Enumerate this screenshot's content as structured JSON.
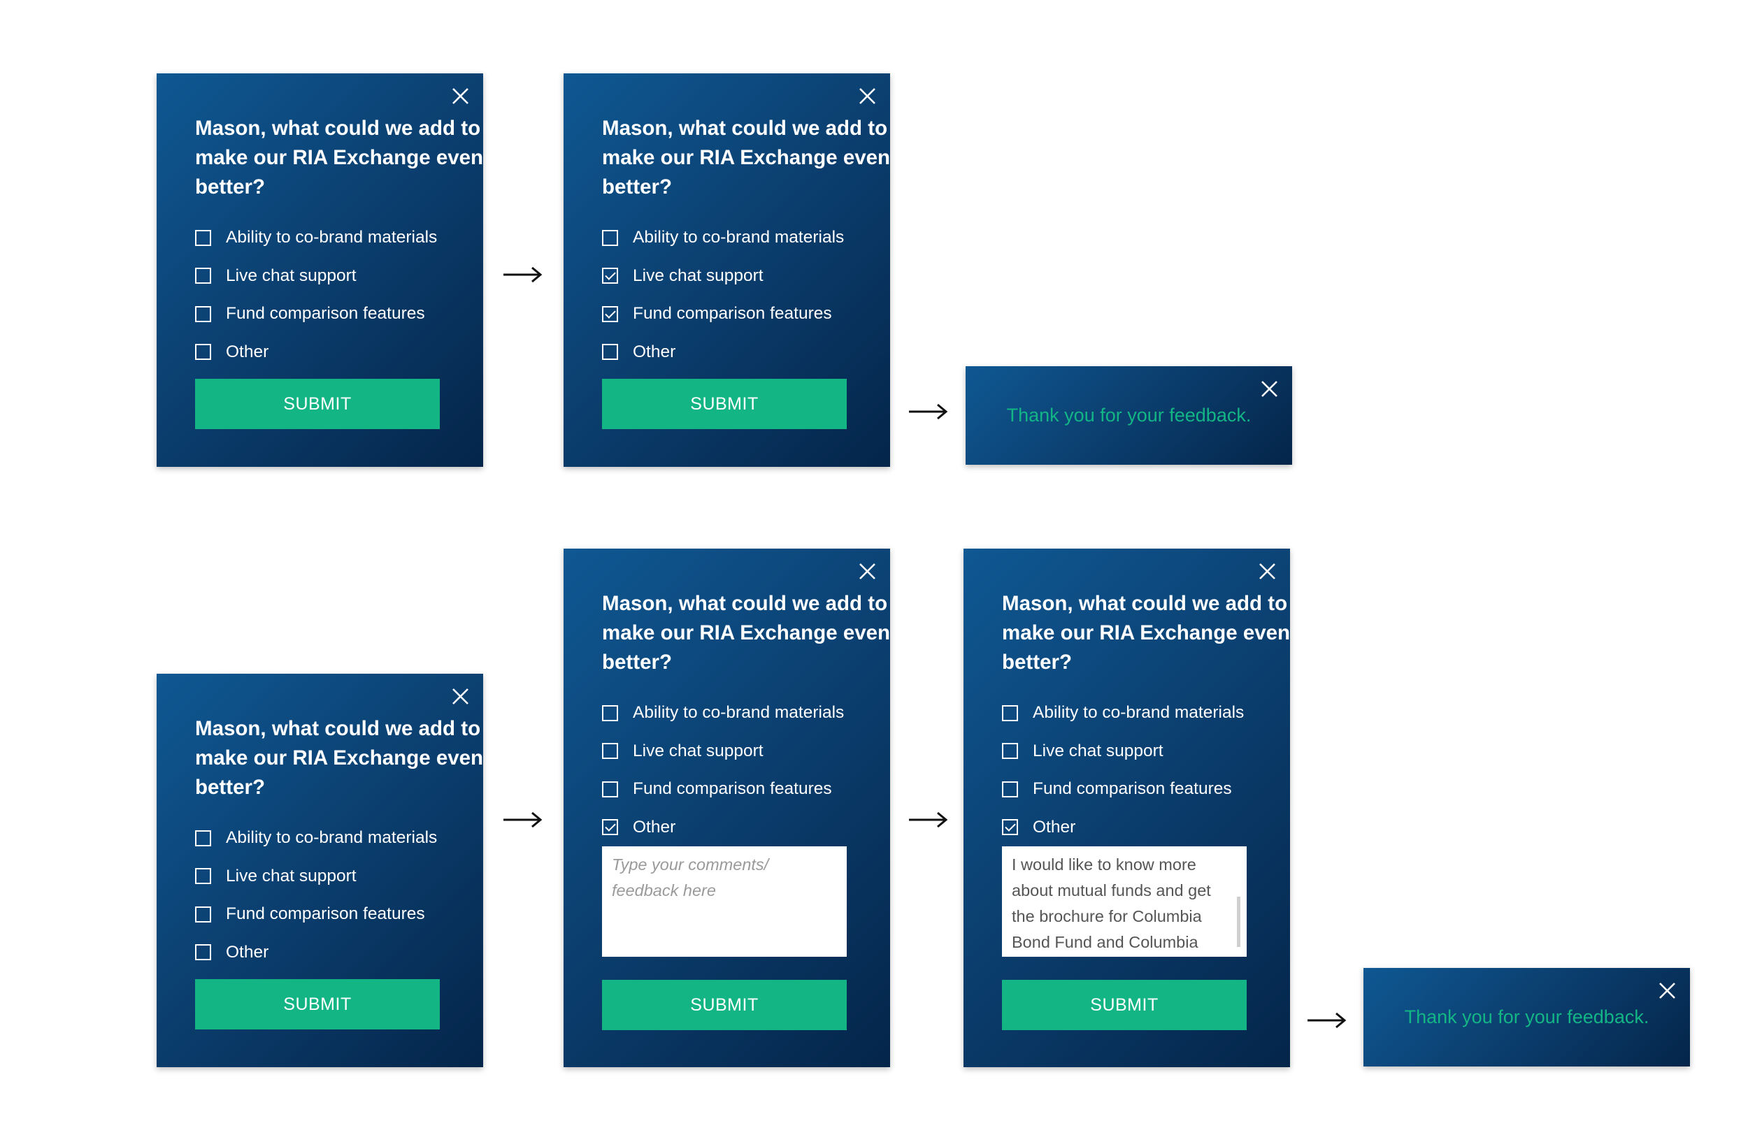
{
  "survey": {
    "question": "Mason, what could we add to make our RIA Exchange even better?",
    "options": [
      "Ability to co-brand materials",
      "Live chat support",
      "Fund comparison features",
      "Other"
    ],
    "submit_label": "SUBMIT",
    "comment_placeholder": "Type your comments/ feedback here",
    "comment_value": "I would like to know more about mutual funds and get the brochure for Columbia Bond Fund and Columbia",
    "thanks_message": "Thank you for your feedback."
  },
  "states": {
    "row1_card1_checked": [
      false,
      false,
      false,
      false
    ],
    "row1_card2_checked": [
      false,
      true,
      true,
      false
    ],
    "row2_card1_checked": [
      false,
      false,
      false,
      false
    ],
    "row2_card2_checked": [
      false,
      false,
      false,
      true
    ],
    "row2_card3_checked": [
      false,
      false,
      false,
      true
    ]
  },
  "icons": {
    "close": "close-icon",
    "arrow": "arrow-right-icon",
    "check": "checkmark-icon"
  },
  "colors": {
    "card_top": "#0f5893",
    "card_bottom": "#04254a",
    "accent": "#13b585",
    "text": "#ffffff"
  }
}
